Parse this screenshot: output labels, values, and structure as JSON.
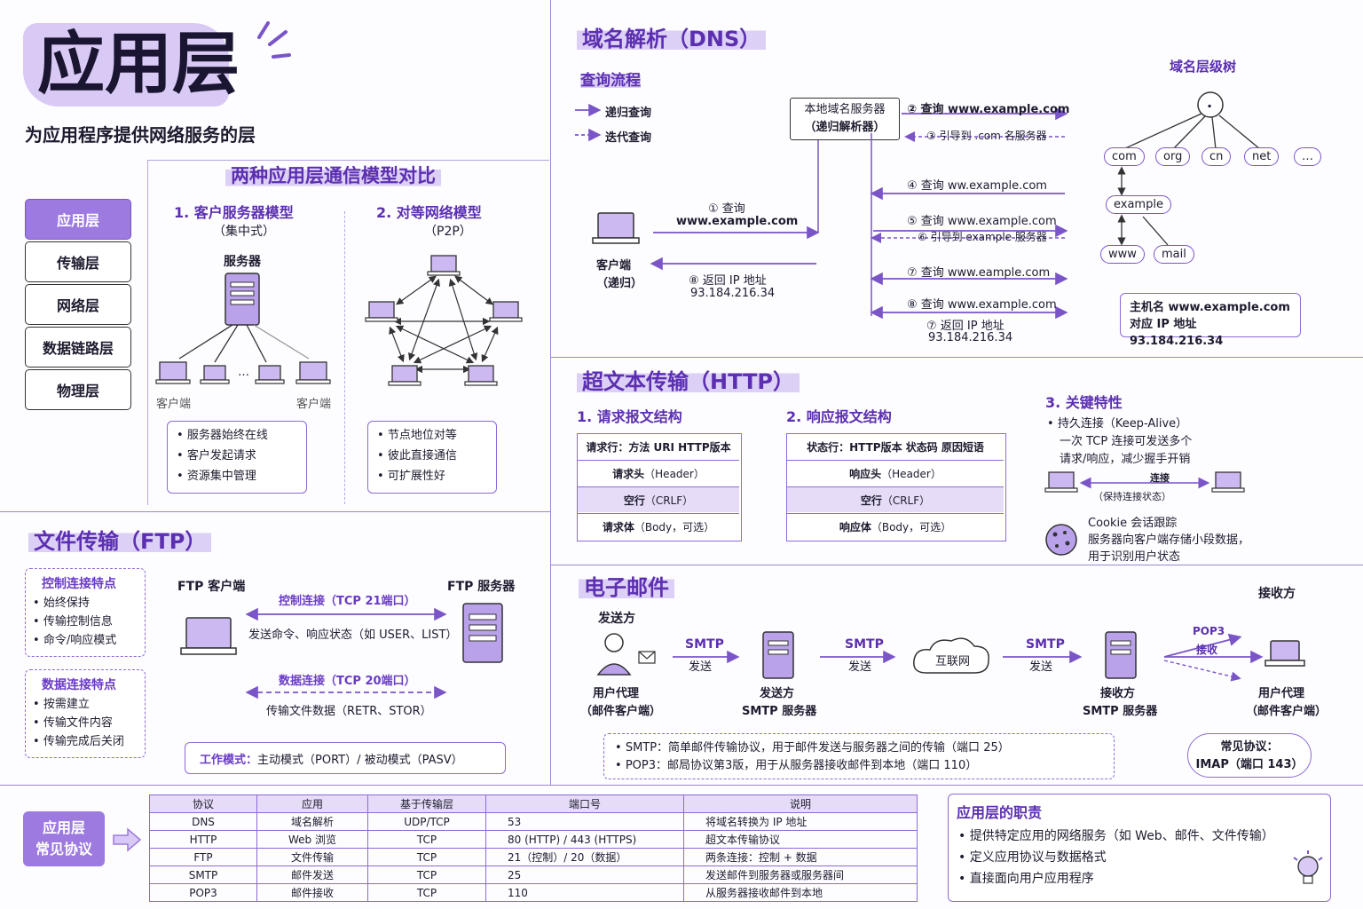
{
  "header": {
    "title": "应用层",
    "subtitle": "为应用程序提供网络服务的层"
  },
  "layers": [
    {
      "label": "应用层",
      "active": true
    },
    {
      "label": "传输层",
      "active": false
    },
    {
      "label": "网络层",
      "active": false
    },
    {
      "label": "数据链路层",
      "active": false
    },
    {
      "label": "物理层",
      "active": false
    }
  ],
  "models": {
    "title": "两种应用层通信模型对比",
    "cs": {
      "title": "1. 客户服务器模型",
      "subtitle": "（集中式）",
      "server_label": "服务器",
      "client_left": "客户端",
      "client_right": "客户端",
      "dots": "…",
      "features": [
        "服务器始终在线",
        "客户发起请求",
        "资源集中管理"
      ]
    },
    "p2p": {
      "title": "2. 对等网络模型",
      "subtitle": "（P2P）",
      "features": [
        "节点地位对等",
        "彼此直接通信",
        "可扩展性好"
      ]
    }
  },
  "dns": {
    "title": "域名解析（DNS）",
    "flow_title": "查询流程",
    "legend_recursive": "递归查询",
    "legend_iterative": "迭代查询",
    "local_server": "本地域名服务器",
    "local_server_sub": "（递归解析器）",
    "client": "客户端",
    "client_sub": "（递归）",
    "q1": "① 查询",
    "q1_domain": "www.example.com",
    "q2": "② 查询 www.example.com",
    "q3": "③ 引导到 .com 名服务器",
    "q4": "④ 查询 ww.example.com",
    "q5": "⑤ 查询 www.example.com",
    "q6": "⑥ 引导到 example 服务器",
    "q7": "⑦ 查询 www.eample.com",
    "q8": "⑧ 查询 www.example.com",
    "r7": "⑦ 返回 IP 地址",
    "r7_ip": "93.184.216.34",
    "r8": "⑧ 返回 IP 地址",
    "r8_ip": "93.184.216.34",
    "tree_title": "域名层级树",
    "tree_root": ".",
    "tree_tld": [
      "com",
      "org",
      "cn",
      "net",
      "…"
    ],
    "tree_second": "example",
    "tree_hosts": [
      "www",
      "mail"
    ],
    "host_line1": "主机名 www.example.com",
    "host_line2": "对应 IP 地址 93.184.216.34"
  },
  "http": {
    "title": "超文本传输（HTTP）",
    "req_title": "1. 请求报文结构",
    "req_rows": [
      {
        "bold": "请求行：方法  URI  HTTP版本",
        "rest": ""
      },
      {
        "bold": "请求头",
        "rest": "（Header）"
      },
      {
        "bold": "空行",
        "rest": "（CRLF）"
      },
      {
        "bold": "请求体",
        "rest": "（Body，可选）"
      }
    ],
    "res_title": "2. 响应报文结构",
    "res_rows": [
      {
        "bold": "状态行：HTTP版本  状态码  原因短语",
        "rest": ""
      },
      {
        "bold": "响应头",
        "rest": "（Header）"
      },
      {
        "bold": "空行",
        "rest": "（CRLF）"
      },
      {
        "bold": "响应体",
        "rest": "（Body，可选）"
      }
    ],
    "feat_title": "3. 关键特性",
    "keepalive": "持久连接（Keep-Alive）",
    "keepalive_desc1": "一次 TCP 连接可发送多个",
    "keepalive_desc2": "请求/响应，减少握手开销",
    "conn_label": "连接",
    "conn_sub": "（保持连接状态）",
    "cookie": "Cookie 会话跟踪",
    "cookie_desc1": "服务器向客户端存储小段数据，",
    "cookie_desc2": "用于识别用户状态"
  },
  "ftp": {
    "title": "文件传输（FTP）",
    "ctrl_title": "控制连接特点",
    "ctrl_items": [
      "始终保持",
      "传输控制信息",
      "命令/响应模式"
    ],
    "data_title": "数据连接特点",
    "data_items": [
      "按需建立",
      "传输文件内容",
      "传输完成后关闭"
    ],
    "client": "FTP 客户端",
    "server": "FTP 服务器",
    "ctrl_conn": "控制连接（TCP 21端口）",
    "ctrl_desc": "发送命令、响应状态（如 USER、LIST）",
    "data_conn": "数据连接（TCP 20端口）",
    "data_desc": "传输文件数据（RETR、STOR）",
    "mode_label": "工作模式：",
    "mode_text": "主动模式（PORT）/ 被动模式（PASV）"
  },
  "email": {
    "title": "电子邮件",
    "sender": "发送方",
    "receiver": "接收方",
    "ua_sender": "用户代理",
    "ua_sender_sub": "（邮件客户端）",
    "smtp_server_send": "发送方",
    "smtp_server_send_sub": "SMTP 服务器",
    "internet": "互联网",
    "smtp_server_recv": "接收方",
    "smtp_server_recv_sub": "SMTP 服务器",
    "ua_receiver": "用户代理",
    "ua_receiver_sub": "（邮件客户端）",
    "smtp": "SMTP",
    "send": "发送",
    "pop3": "POP3",
    "receive": "接收",
    "note1": "SMTP：简单邮件传输协议，用于邮件发送与服务器之间的传输（端口 25）",
    "note2": "POP3：邮局协议第3版，用于从服务器接收邮件到本地（端口 110）",
    "common_title": "常见协议：",
    "common_text": "IMAP（端口 143）"
  },
  "protocols": {
    "label_line1": "应用层",
    "label_line2": "常见协议",
    "headers": [
      "协议",
      "应用",
      "基于传输层",
      "端口号",
      "说明"
    ],
    "rows": [
      [
        "DNS",
        "域名解析",
        "UDP/TCP",
        "53",
        "将域名转换为 IP 地址"
      ],
      [
        "HTTP",
        "Web 浏览",
        "TCP",
        "80 (HTTP) / 443 (HTTPS)",
        "超文本传输协议"
      ],
      [
        "FTP",
        "文件传输",
        "TCP",
        "21（控制）/ 20（数据）",
        "两条连接：控制 + 数据"
      ],
      [
        "SMTP",
        "邮件发送",
        "TCP",
        "25",
        "发送邮件到服务器或服务器间"
      ],
      [
        "POP3",
        "邮件接收",
        "TCP",
        "110",
        "从服务器接收邮件到本地"
      ]
    ]
  },
  "duties": {
    "title": "应用层的职责",
    "items": [
      "提供特定应用的网络服务（如 Web、邮件、文件传输）",
      "定义应用协议与数据格式",
      "直接面向用户应用程序"
    ]
  }
}
